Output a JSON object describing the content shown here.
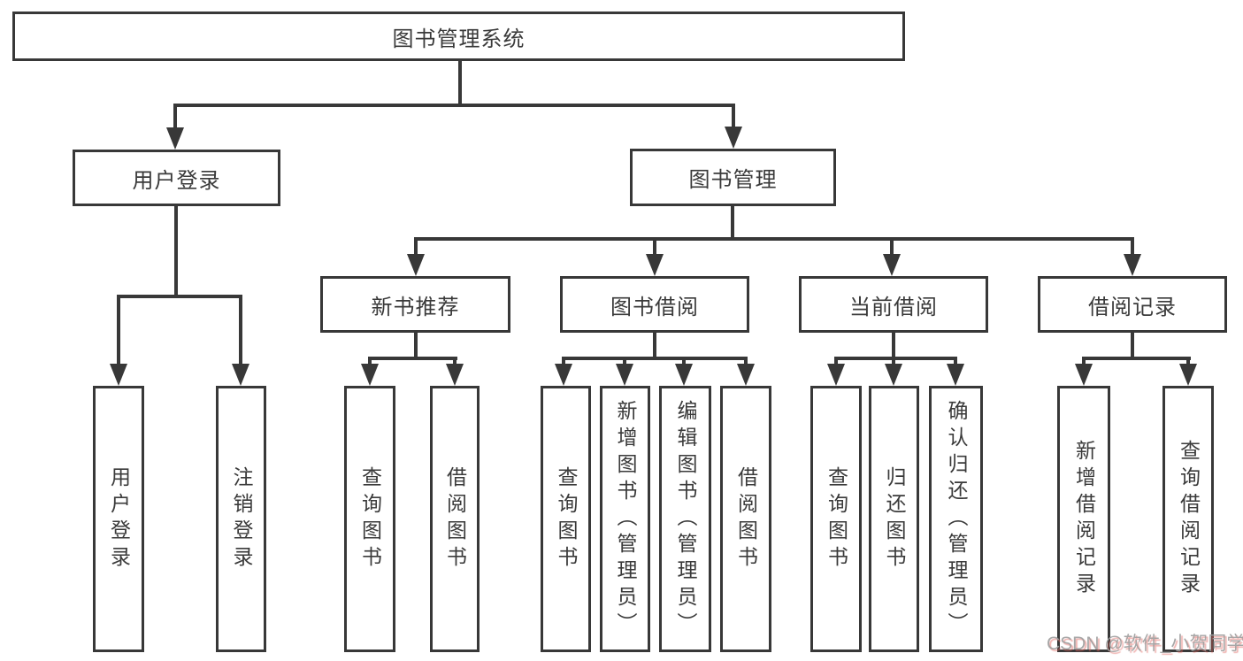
{
  "diagram": {
    "type": "hierarchy-tree",
    "title": "图书管理系统",
    "nodes": {
      "root": {
        "label": "图书管理系统"
      },
      "user_login": {
        "label": "用户登录"
      },
      "book_mgmt": {
        "label": "图书管理"
      },
      "new_book_rec": {
        "label": "新书推荐"
      },
      "book_borrow": {
        "label": "图书借阅"
      },
      "current_borrow": {
        "label": "当前借阅"
      },
      "borrow_record": {
        "label": "借阅记录"
      },
      "leaves": {
        "user_login_leaf": {
          "label": "用户登录",
          "parent": "用户登录"
        },
        "logout": {
          "label": "注销登录",
          "parent": "用户登录"
        },
        "nbr_query_book": {
          "label": "查询图书",
          "parent": "新书推荐"
        },
        "nbr_borrow_book": {
          "label": "借阅图书",
          "parent": "新书推荐"
        },
        "bb_query_book": {
          "label": "查询图书",
          "parent": "图书借阅"
        },
        "bb_add_book": {
          "label": "新增图书（管理员）",
          "parent": "图书借阅"
        },
        "bb_edit_book": {
          "label": "编辑图书（管理员）",
          "parent": "图书借阅"
        },
        "bb_borrow_book": {
          "label": "借阅图书",
          "parent": "图书借阅"
        },
        "cb_query_book": {
          "label": "查询图书",
          "parent": "当前借阅"
        },
        "cb_return_book": {
          "label": "归还图书",
          "parent": "当前借阅"
        },
        "cb_confirm_return": {
          "label": "确认归还（管理员）",
          "parent": "当前借阅"
        },
        "br_add_record": {
          "label": "新增借阅记录",
          "parent": "借阅记录"
        },
        "br_query_record": {
          "label": "查询借阅记录",
          "parent": "借阅记录"
        }
      }
    },
    "colors": {
      "line": "#383838",
      "text": "#3a3a3a",
      "background": "#ffffff",
      "watermark_gray": "#a0a0a0",
      "watermark_red": "#e0605a"
    }
  },
  "watermark": {
    "text": "CSDN @软件_小贺同学"
  }
}
